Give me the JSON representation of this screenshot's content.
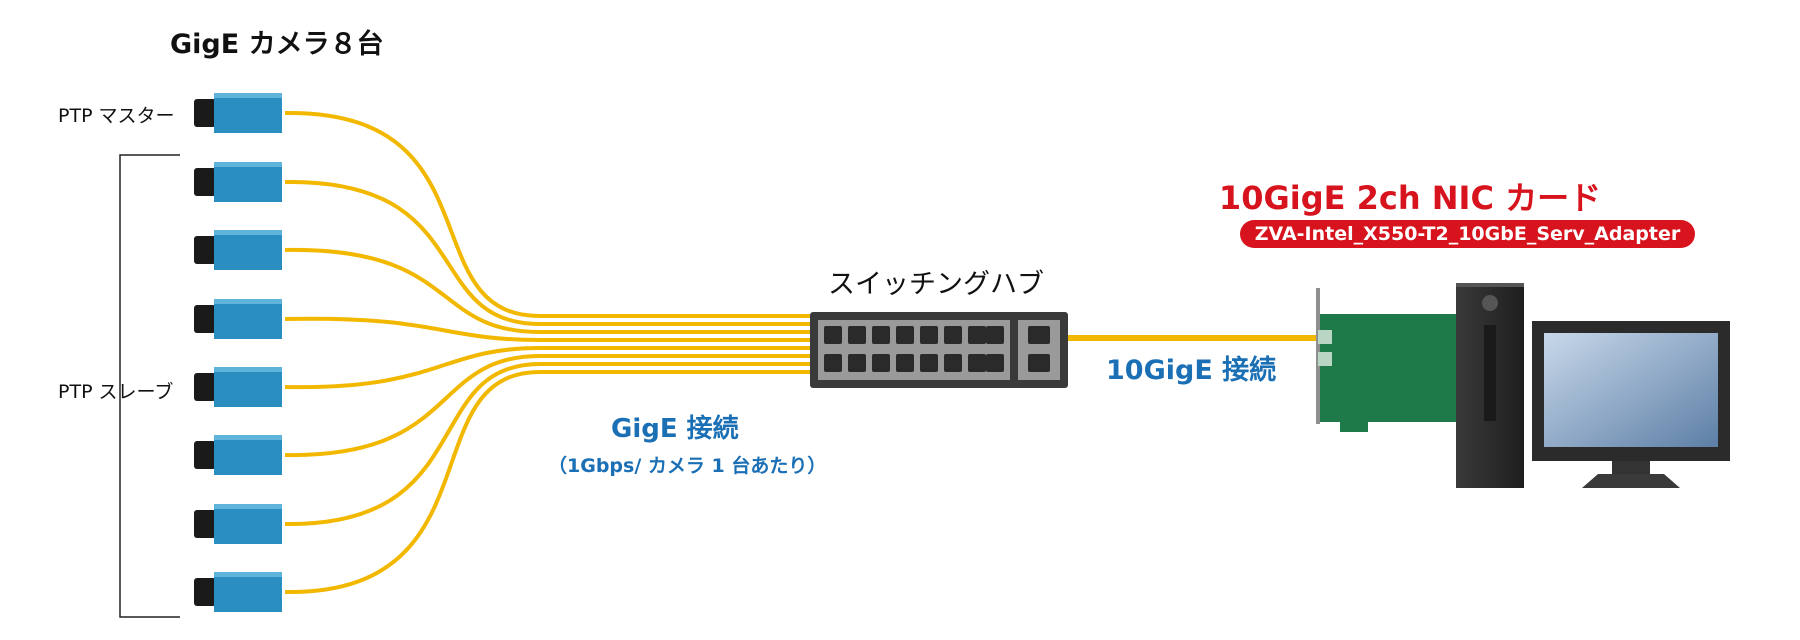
{
  "title": "GigE カメラ８台",
  "camera_groups": {
    "master_label": "PTP マスター",
    "slave_label": "PTP スレーブ"
  },
  "cameras": {
    "count": 8,
    "master_count": 1,
    "slave_count": 7
  },
  "hub": {
    "label": "スイッチングハブ"
  },
  "links": {
    "camera_link_label": "GigE 接続",
    "camera_link_sub": "（1Gbps/ カメラ 1 台あたり）",
    "uplink_label": "10GigE 接続"
  },
  "nic": {
    "title": "10GigE 2ch NIC カード",
    "model": "ZVA-Intel_X550-T2_10GbE_Serv_Adapter"
  },
  "colors": {
    "cable": "#f2b800",
    "camera_body": "#2a8ec0",
    "hub_body": "#3a3a3a",
    "nic_red": "#d7141d",
    "link_blue": "#1a6fb5",
    "nic_board": "#1f7a4a",
    "pc_tower": "#2b2b2b"
  }
}
